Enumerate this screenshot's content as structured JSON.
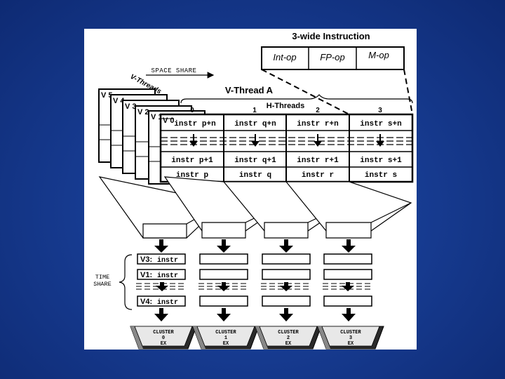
{
  "instruction_box": {
    "title": "3-wide Instruction",
    "ops": [
      "Int-op",
      "FP-op",
      "M-op"
    ]
  },
  "space_share_label": "SPACE SHARE",
  "vthreads_label": "V-Threads",
  "vthread_a_label": "V-Thread A",
  "hthreads_label": "H-Threads",
  "hthread_indices": [
    "0",
    "1",
    "2",
    "3"
  ],
  "vthread_stack": [
    "V 5",
    "V 4",
    "V 3",
    "V 2",
    "V 1",
    "V 0"
  ],
  "instr_rows": {
    "top": [
      "instr p+n",
      "instr q+n",
      "instr r+n",
      "instr s+n"
    ],
    "plus1": [
      "instr p+1",
      "instr q+1",
      "instr r+1",
      "instr s+1"
    ],
    "base": [
      "instr p",
      "instr q",
      "instr r",
      "instr s"
    ]
  },
  "time_share_label": [
    "TIME",
    "SHARE"
  ],
  "time_share_slots": [
    {
      "prefix": "V3:",
      "instr": "instr"
    },
    {
      "prefix": "V1:",
      "instr": "instr"
    },
    {
      "prefix": "V4:",
      "instr": "instr"
    }
  ],
  "clusters": [
    {
      "name": "CLUSTER",
      "index": "0",
      "unit": "EX"
    },
    {
      "name": "CLUSTER",
      "index": "1",
      "unit": "EX"
    },
    {
      "name": "CLUSTER",
      "index": "2",
      "unit": "EX"
    },
    {
      "name": "CLUSTER",
      "index": "3",
      "unit": "EX"
    }
  ]
}
